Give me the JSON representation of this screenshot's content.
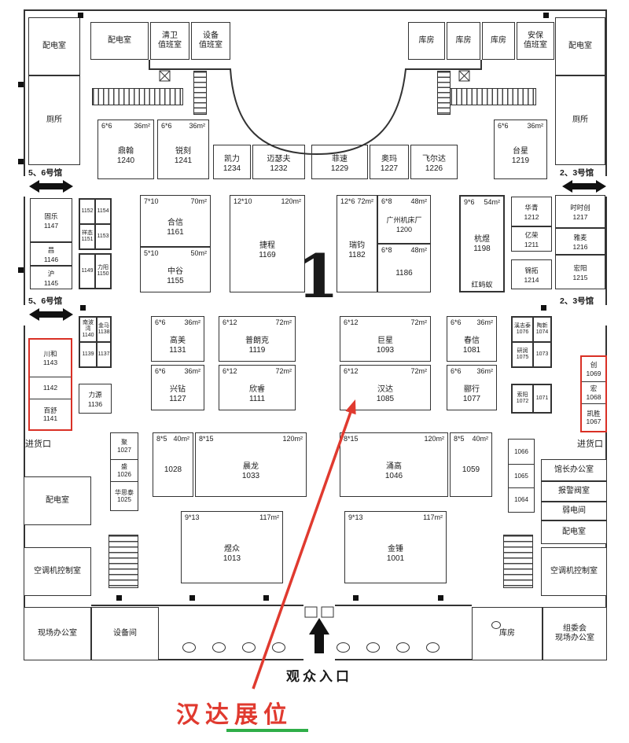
{
  "labels": {
    "hall": "1",
    "entrance": "观众入口",
    "highlight": "汉达展位"
  },
  "gates": {
    "left": "5、6号馆",
    "right": "2、3号馆",
    "goods": "进货口"
  },
  "colors": {
    "annotation_red": "#e03a2f",
    "underline_green": "#2fae49",
    "wall": "#333333"
  },
  "rooms": {
    "power_tl": "配电室",
    "power_top": "配电室",
    "cleaning_duty": "清卫\n值班室",
    "equipment_duty": "设备\n值班室",
    "storage_a": "库房",
    "storage_b": "库房",
    "storage_c": "库房",
    "security_duty": "安保\n值班室",
    "power_tr": "配电室",
    "toilet_left": "厕所",
    "toilet_right": "厕所",
    "power_left_mid": "配电室",
    "ac_control_left": "空调机控制室",
    "site_office": "现场办公室",
    "equipment_room": "设备间",
    "director_office": "馆长办公室",
    "alarm_valve_room": "报警阀室",
    "weak_current_room": "弱电间",
    "power_right_mid": "配电室",
    "ac_control_right": "空调机控制室",
    "storage_bottom": "库房",
    "committee_office": "组委会\n现场办公室"
  },
  "booths": {
    "b1240": {
      "dim": "6*6",
      "area": "36m²",
      "name": "鼎翰",
      "num": "1240"
    },
    "b1241": {
      "dim": "6*6",
      "area": "36m²",
      "name": "锐刻",
      "num": "1241"
    },
    "b1234": {
      "name": "凯力",
      "num": "1234"
    },
    "b1232": {
      "name": "迈瑟夫",
      "num": "1232"
    },
    "b1229": {
      "name": "菲速",
      "num": "1229"
    },
    "b1227": {
      "name": "奥玛",
      "num": "1227"
    },
    "b1226": {
      "name": "飞尔达",
      "num": "1226"
    },
    "b1219": {
      "dim": "6*6",
      "area": "36m²",
      "name": "台星",
      "num": "1219"
    },
    "b1161": {
      "dim": "7*10",
      "area": "70m²",
      "name": "合信",
      "num": "1161"
    },
    "b1155": {
      "dim": "5*10",
      "area": "50m²",
      "name": "中谷",
      "num": "1155"
    },
    "b1169": {
      "dim": "12*10",
      "area": "120m²",
      "name": "捷程",
      "num": "1169"
    },
    "b1182": {
      "dim": "12*6",
      "area": "72m²",
      "name": "瑞钧",
      "num": "1182"
    },
    "b1200": {
      "dim": "6*8",
      "area": "48m²",
      "name": "广州机床厂",
      "num": "1200"
    },
    "b1186": {
      "dim": "6*8",
      "area": "48m²",
      "num": "1186"
    },
    "b1198": {
      "dim": "9*6",
      "area": "54m²",
      "name": "杭煜",
      "num": "1198",
      "extra": "红蚂蚁"
    },
    "b1131": {
      "dim": "6*6",
      "area": "36m²",
      "name": "高美",
      "num": "1131"
    },
    "b1119": {
      "dim": "6*12",
      "area": "72m²",
      "name": "普朗克",
      "num": "1119"
    },
    "b1093": {
      "dim": "6*12",
      "area": "72m²",
      "name": "巨星",
      "num": "1093"
    },
    "b1081": {
      "dim": "6*6",
      "area": "36m²",
      "name": "春信",
      "num": "1081"
    },
    "b1127": {
      "dim": "6*6",
      "area": "36m²",
      "name": "兴钻",
      "num": "1127"
    },
    "b1111": {
      "dim": "6*12",
      "area": "72m²",
      "name": "欣睿",
      "num": "1111"
    },
    "b1085": {
      "dim": "6*12",
      "area": "72m²",
      "name": "汉达",
      "num": "1085"
    },
    "b1077": {
      "dim": "6*6",
      "area": "36m²",
      "name": "郦行",
      "num": "1077"
    },
    "b1028": {
      "dim": "8*5",
      "area": "40m²",
      "num": "1028"
    },
    "b1033": {
      "dim": "8*15",
      "area": "120m²",
      "name": "晨龙",
      "num": "1033"
    },
    "b1046": {
      "dim": "8*15",
      "area": "120m²",
      "name": "涌高",
      "num": "1046"
    },
    "b1059": {
      "dim": "8*5",
      "area": "40m²",
      "num": "1059"
    },
    "b1013": {
      "dim": "9*13",
      "area": "117m²",
      "name": "煜众",
      "num": "1013"
    },
    "b1001": {
      "dim": "9*13",
      "area": "117m²",
      "name": "金锤",
      "num": "1001"
    },
    "b1147": {
      "name": "固乐",
      "num": "1147"
    },
    "b1146": {
      "name": "昌",
      "num": "1146"
    },
    "b1145": {
      "name": "沪",
      "num": "1145"
    },
    "b1152": {
      "num": "1152"
    },
    "b1154": {
      "num": "1154"
    },
    "b1151": {
      "name": "祥态",
      "num": "1151"
    },
    "b1153": {
      "num": "1153"
    },
    "b1149": {
      "num": "1149"
    },
    "b1150": {
      "name": "力阳",
      "num": "1150"
    },
    "b1140": {
      "name": "南波湾",
      "num": "1140"
    },
    "b1138": {
      "name": "金马",
      "num": "1138"
    },
    "b1139": {
      "num": "1139"
    },
    "b1137": {
      "num": "1137"
    },
    "b1136": {
      "name": "力源",
      "num": "1136"
    },
    "b1143": {
      "name": "川和",
      "num": "1143"
    },
    "b1142": {
      "num": "1142"
    },
    "b1141": {
      "name": "百舒",
      "num": "1141"
    },
    "b1027": {
      "name": "聚",
      "num": "1027"
    },
    "b1026": {
      "name": "盛",
      "num": "1026"
    },
    "b1025": {
      "name": "华思泰",
      "num": "1025"
    },
    "b1066": {
      "num": "1066"
    },
    "b1065": {
      "num": "1065"
    },
    "b1064": {
      "num": "1064"
    },
    "b1212": {
      "name": "华青",
      "num": "1212"
    },
    "b1211": {
      "name": "亿荣",
      "num": "1211"
    },
    "b1217": {
      "name": "时时创",
      "num": "1217"
    },
    "b1216": {
      "name": "雅麦",
      "num": "1216"
    },
    "b1214": {
      "name": "锦拓",
      "num": "1214"
    },
    "b1215": {
      "name": "宏阳",
      "num": "1215"
    },
    "b1076": {
      "name": "溪志泰",
      "num": "1076"
    },
    "b1074": {
      "name": "陶新",
      "num": "1074"
    },
    "b1075": {
      "name": "研润",
      "num": "1075"
    },
    "b1073": {
      "num": "1073"
    },
    "b1072": {
      "name": "索阳",
      "num": "1072"
    },
    "b1071": {
      "num": "1071"
    },
    "b1069": {
      "name": "创",
      "num": "1069"
    },
    "b1068": {
      "name": "宏",
      "num": "1068"
    },
    "b1067": {
      "name": "凯胜",
      "num": "1067"
    }
  }
}
